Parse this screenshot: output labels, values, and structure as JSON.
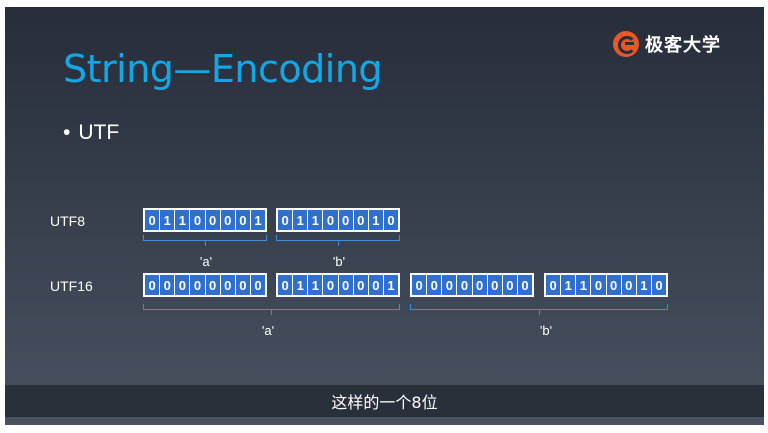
{
  "slide": {
    "title": "String—Encoding",
    "logo_text": "极客大学",
    "bullet": "UTF",
    "caption": "这样的一个8位"
  },
  "rows": [
    {
      "label": "UTF8",
      "bytes": [
        "01100001",
        "01100010"
      ],
      "chars": [
        "'a'",
        "'b'"
      ]
    },
    {
      "label": "UTF16",
      "bytes": [
        "00000000",
        "01100001",
        "00000000",
        "01100010"
      ],
      "chars": [
        "'a'",
        "'b'"
      ]
    }
  ],
  "colors": {
    "title": "#12a7e6",
    "byte_fill": "#2e6fcf",
    "brace": "#3a8ee0",
    "logo_accent": "#e8572a"
  }
}
